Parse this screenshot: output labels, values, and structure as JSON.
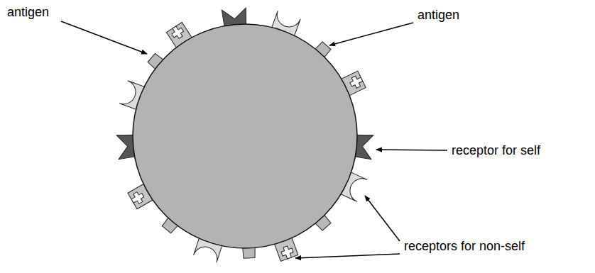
{
  "diagram": {
    "labels": [
      "antigen",
      "antigen",
      "receptor for self",
      "receptors for non-self"
    ]
  }
}
